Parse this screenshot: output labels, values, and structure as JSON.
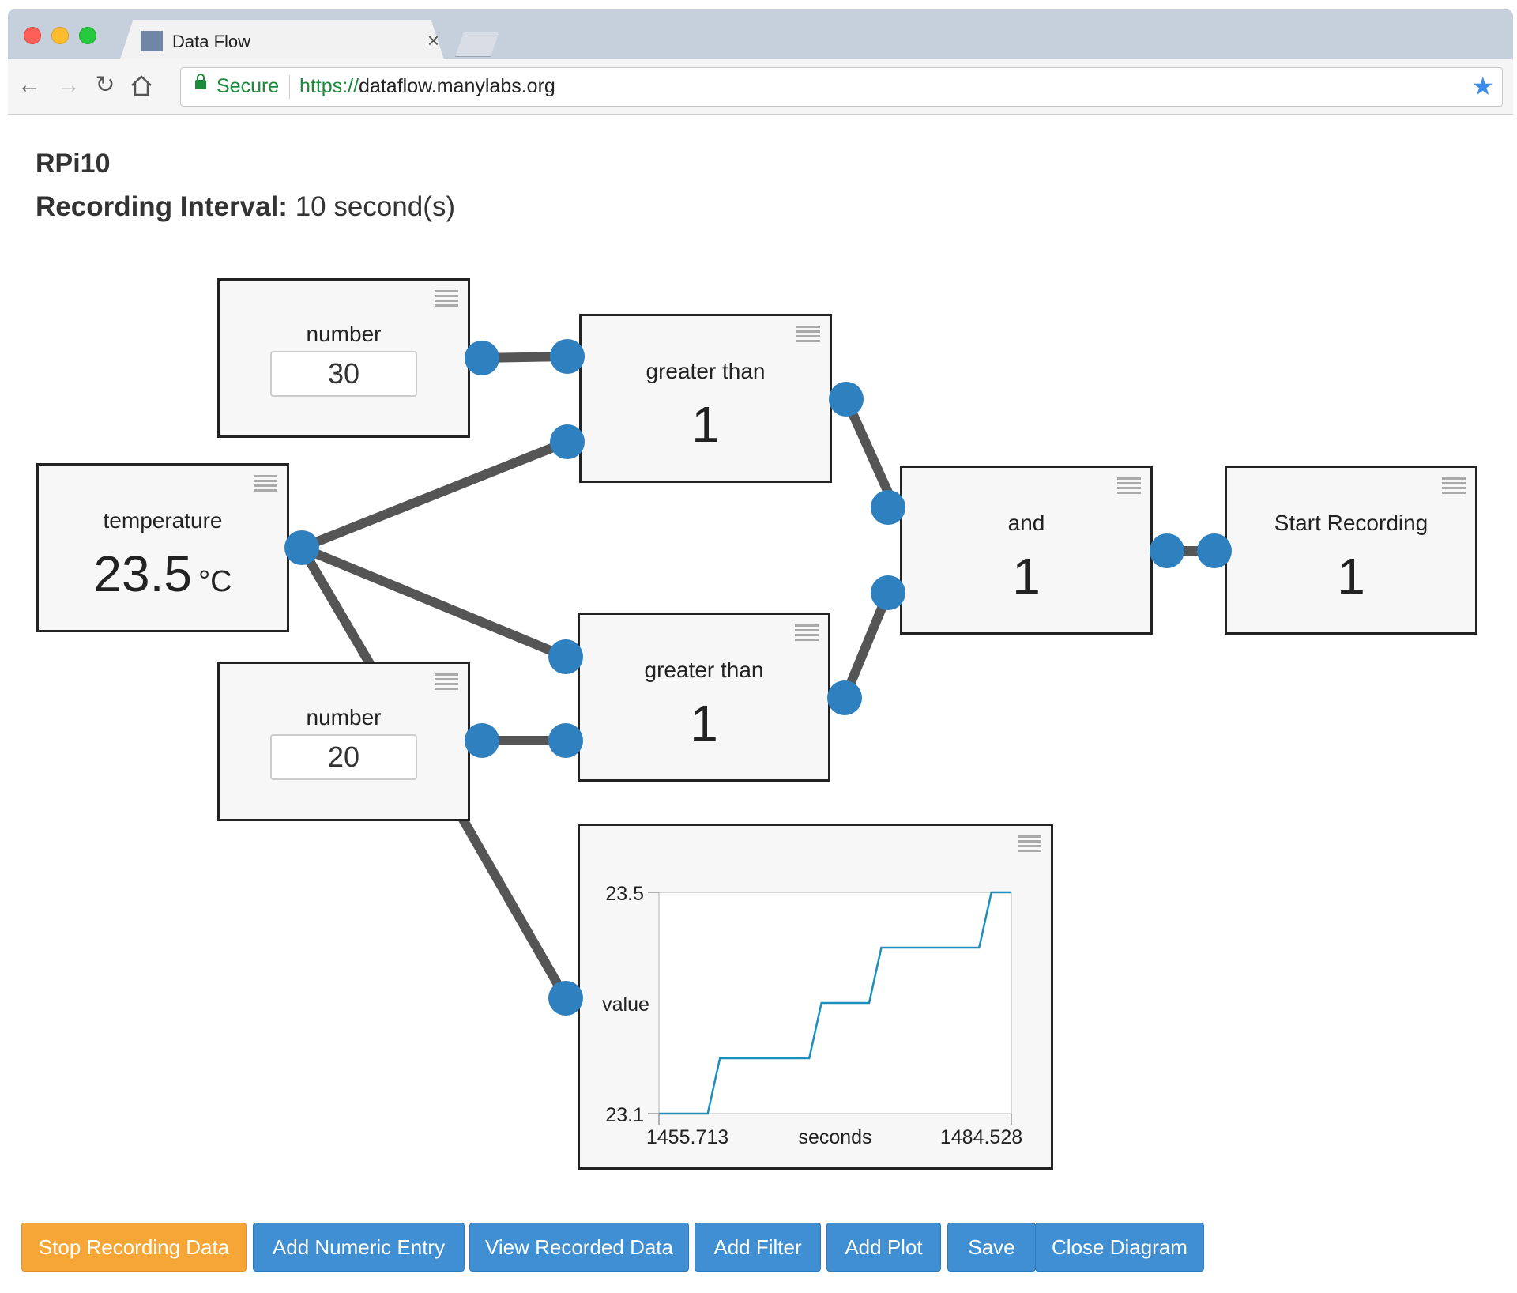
{
  "browser": {
    "tab_title": "Data Flow",
    "tab_close": "×",
    "secure_label": "Secure",
    "url_protocol": "https://",
    "url_host": "dataflow.manylabs.org"
  },
  "page": {
    "device_name": "RPi10",
    "interval_label": "Recording Interval:",
    "interval_value": "10 second(s)"
  },
  "blocks": {
    "number_top": {
      "label": "number",
      "value": "30"
    },
    "number_bottom": {
      "label": "number",
      "value": "20"
    },
    "temperature": {
      "label": "temperature",
      "value": "23.5",
      "unit": "°C"
    },
    "greater_top": {
      "label": "greater than",
      "value": "1"
    },
    "greater_bottom": {
      "label": "greater than",
      "value": "1"
    },
    "and_block": {
      "label": "and",
      "value": "1"
    },
    "start_recording": {
      "label": "Start Recording",
      "value": "1"
    }
  },
  "plot": {
    "y_label": "value",
    "x_label": "seconds",
    "y_max_label": "23.5",
    "y_min_label": "23.1",
    "x_min_label": "1455.713",
    "x_max_label": "1484.528"
  },
  "chart_data": {
    "type": "line",
    "xlabel": "seconds",
    "ylabel": "value",
    "xlim": [
      1455.713,
      1484.528
    ],
    "ylim": [
      23.1,
      23.5
    ],
    "series": [
      {
        "color": "#1a8fbd",
        "x": [
          1455.713,
          1459.7,
          1460.7,
          1468.0,
          1469.0,
          1472.9,
          1473.9,
          1481.9,
          1482.9,
          1484.528
        ],
        "y": [
          23.1,
          23.1,
          23.2,
          23.2,
          23.3,
          23.3,
          23.4,
          23.4,
          23.5,
          23.5
        ]
      }
    ]
  },
  "buttons": {
    "stop_recording": "Stop Recording Data",
    "add_numeric": "Add Numeric Entry",
    "view_recorded": "View Recorded Data",
    "add_filter": "Add Filter",
    "add_plot": "Add Plot",
    "save": "Save",
    "close_diagram": "Close Diagram"
  },
  "colors": {
    "port": "#2f80bf",
    "wire": "#555555",
    "button_blue": "#3f8fd2",
    "button_orange": "#f5a637"
  }
}
